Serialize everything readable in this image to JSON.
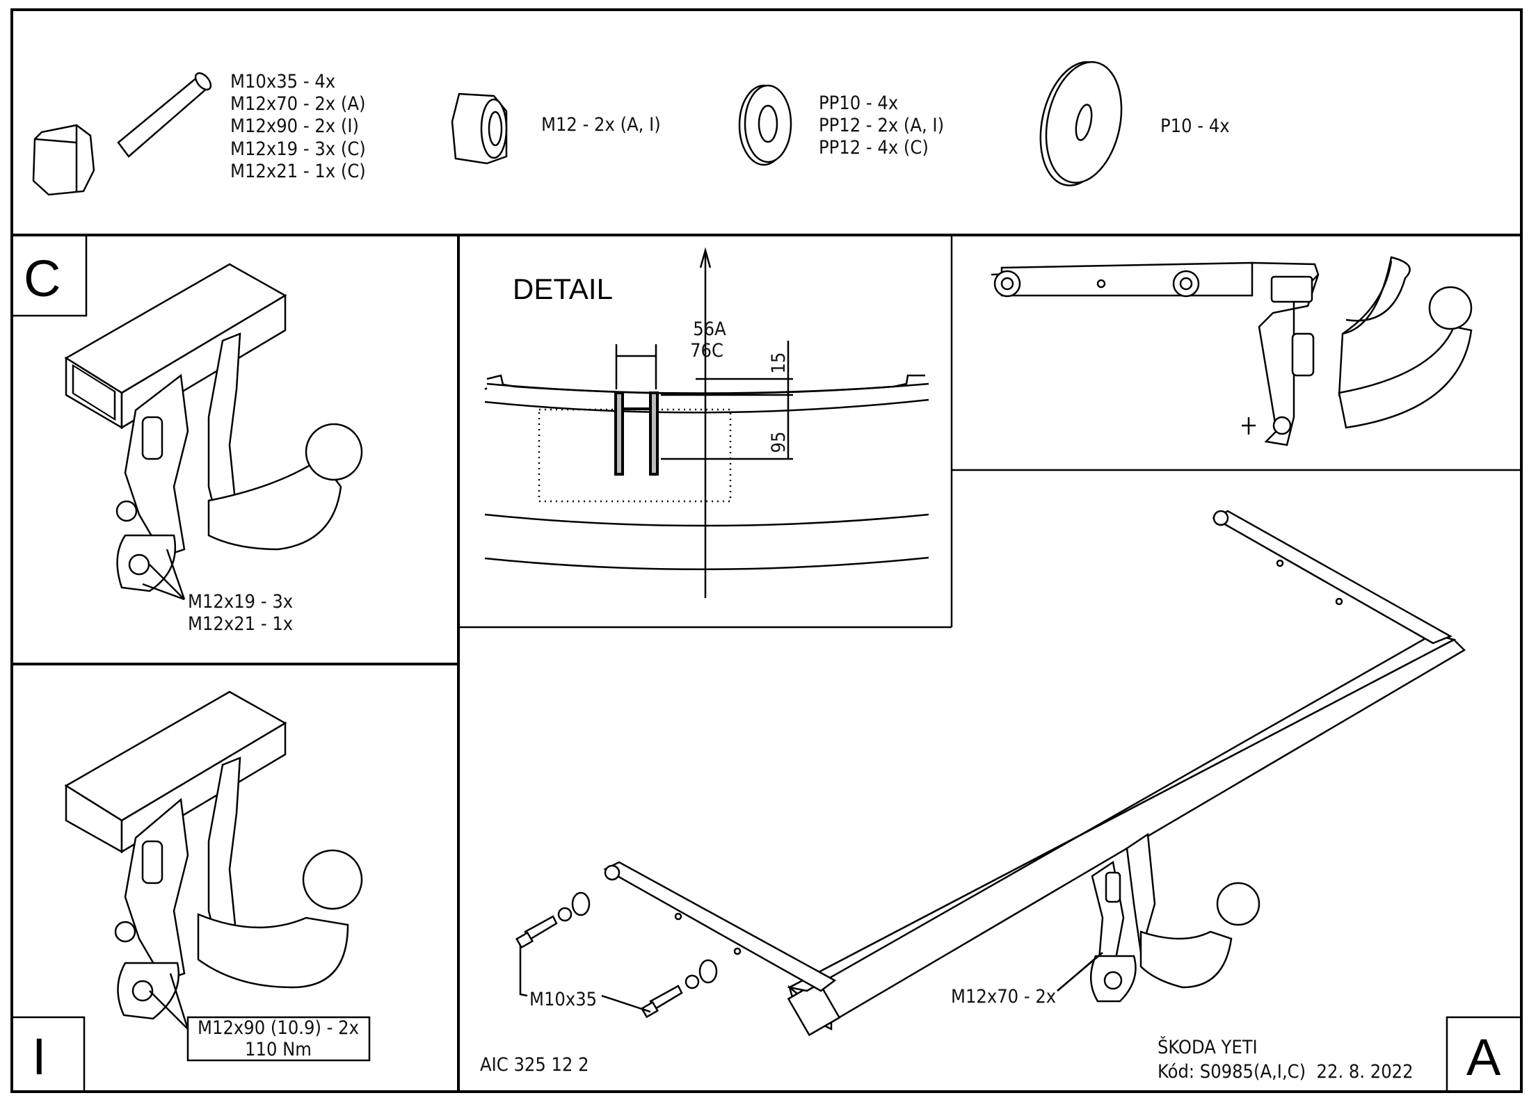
{
  "parts": {
    "bolts": [
      "M10x35 - 4x",
      "M12x70 - 2x (A)",
      "M12x90 - 2x (I)",
      "M12x19 - 3x (C)",
      "M12x21 - 1x (C)"
    ],
    "nut": "M12 - 2x (A, I)",
    "washers": [
      "PP10 - 4x",
      "PP12 - 2x (A, I)",
      "PP12 - 4x (C)"
    ],
    "large_washer": "P10 - 4x"
  },
  "panel_c": {
    "letter": "C",
    "labels": [
      "M12x19 - 3x",
      "M12x21 - 1x"
    ]
  },
  "panel_i": {
    "letter": "I",
    "labels": [
      "M12x90 (10.9) - 2x",
      "110 Nm"
    ]
  },
  "detail": {
    "title": "DETAIL",
    "dim_width_a": "56A",
    "dim_width_c": "76C",
    "dim_top": "15",
    "dim_height": "95"
  },
  "panel_a": {
    "letter": "A",
    "bolt_label": "M10x35",
    "bracket_label": "M12x70 - 2x",
    "product_code": "AIC 325 12 2",
    "vehicle": "ŠKODA YETI",
    "code_line": "Kód: S0985(A,I,C)  22. 8. 2022"
  }
}
